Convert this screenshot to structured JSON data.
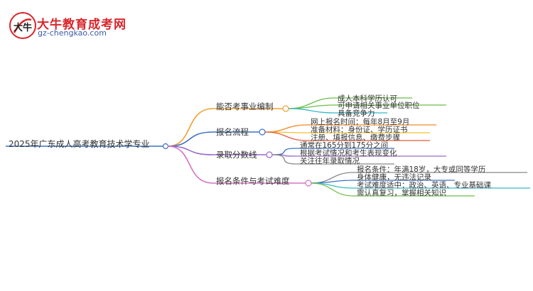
{
  "logo": {
    "title": "大牛教育成考网",
    "url": "gz-chengkao.com",
    "mark_text": "大牛"
  },
  "mindmap": {
    "root": "2025年广东成人高考教育技术学专业",
    "branches": [
      {
        "label": "能否考事业编制",
        "color": "#f0a030",
        "leaves": [
          "成人本科学历认可",
          "可申请相关事业单位职位",
          "具备竞争力"
        ],
        "leaf_colors": [
          "#6abe45",
          "#6abe45",
          "#35b9c9"
        ]
      },
      {
        "label": "报名流程",
        "color": "#3c72c4",
        "leaves": [
          "网上报名时间：每年8月至9月",
          "准备材料：身份证、学历证书",
          "注册、填报信息、缴费步骤"
        ],
        "leaf_colors": [
          "#f08a2a",
          "#f0c030",
          "#e55b3c"
        ]
      },
      {
        "label": "录取分数线",
        "color": "#9a6ac8",
        "leaves": [
          "通常在165分到175分之间",
          "根据考试情况和考生表现变化",
          "关注往年录取情况"
        ],
        "leaf_colors": [
          "#3c72c4",
          "#9a6ac8",
          "#888888"
        ]
      },
      {
        "label": "报名条件与考试难度",
        "color": "#d773c0",
        "leaves": [
          "报名条件：年满18岁，大专或同等学历",
          "身体健康，无违法记录",
          "考试难度适中：政治、英语、专业基础课",
          "需认真复习，掌握相关知识"
        ],
        "leaf_colors": [
          "#888888",
          "#3c72c4",
          "#35b9c9",
          "#6abe45"
        ]
      }
    ]
  }
}
